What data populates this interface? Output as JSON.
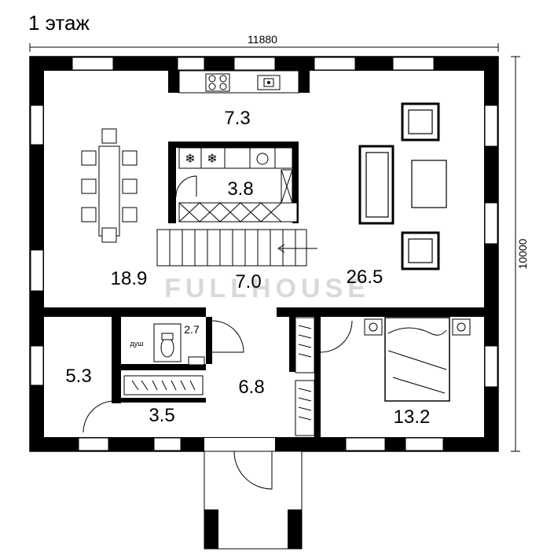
{
  "plan": {
    "title": "1 этаж",
    "dimensions": {
      "width": "11880",
      "height": "10000"
    },
    "rooms": {
      "kitchen": "7.3",
      "pantry": "3.8",
      "dining": "18.9",
      "hall": "7.0",
      "living": "26.5",
      "bathroom": "2.7",
      "bath_shower_label": "душ",
      "storage": "5.3",
      "wardrobe": "3.5",
      "corridor": "6.8",
      "bedroom": "13.2"
    },
    "watermark": "FULLHOUSE"
  }
}
